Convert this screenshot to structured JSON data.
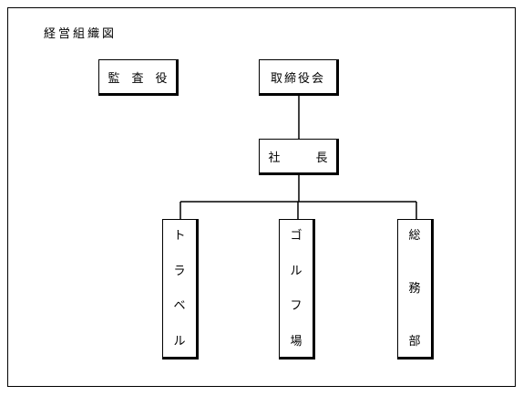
{
  "title": "経営組織図",
  "nodes": {
    "auditor": "監　査　役",
    "board": "取締役会",
    "president": "社　　　長",
    "travel": [
      "ト",
      "ラ",
      "ベ",
      "ル"
    ],
    "golf": [
      "ゴ",
      "ル",
      "フ",
      "場"
    ],
    "general": [
      "総",
      "務",
      "部"
    ]
  }
}
